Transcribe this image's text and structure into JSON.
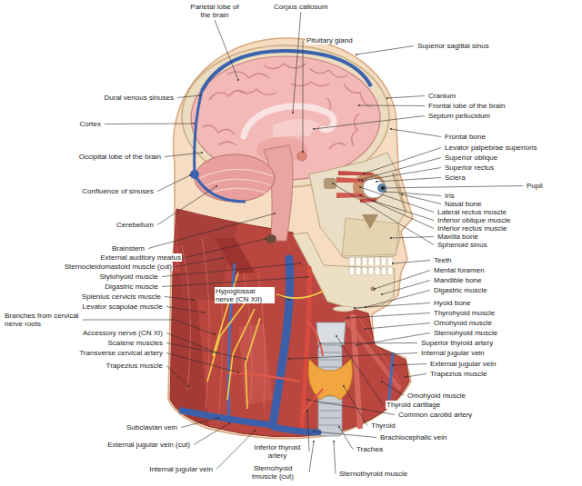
{
  "diagram": {
    "labels": [
      "Parietal lobe of the brain",
      "Corpus callosum",
      "Pituitary gland",
      "Superior sagittal sinus",
      "Dural venous sinuses",
      "Cranium",
      "Frontal lobe of the brain",
      "Septum pellucidum",
      "Cortex",
      "Frontal bone",
      "Levator palpebrae superioris",
      "Occipital lobe of the brain",
      "Superior oblique",
      "Superior rectus",
      "Sclera",
      "Pupil",
      "Confluence of sinuses",
      "Iris",
      "Nasal bone",
      "Lateral rectus muscle",
      "Inferior oblique muscle",
      "Inferior rectus muscle",
      "Maxilla bone",
      "Sphenoid sinus",
      "Cerebellum",
      "Brainstem",
      "External auditory meatus",
      "Teeth",
      "Sternocleidomastoid muscle (cut)",
      "Mental foramen",
      "Stylohyoid muscle",
      "Mandible bone",
      "Digastric muscle",
      "Digastric muscle",
      "Hypoglossal nerve (CN XII)",
      "Splenius cervicis muscle",
      "Hyoid bone",
      "Levator scapulae muscle",
      "Thyrohyoid muscle",
      "Branches from cervical nerve roots",
      "Omohyoid muscle",
      "Accessory nerve (CN XI)",
      "Sternohyoid muscle",
      "Superior thyroid artery",
      "Scalene muscles",
      "Internal jugular vein",
      "Transverse cervical artery",
      "External jugular vein",
      "Trapezius muscle",
      "Trapezius muscle",
      "Omohyoid muscle",
      "Thyroid cartilage",
      "Common carotid artery",
      "Subclavian vein",
      "Thyroid",
      "Brachiocephalic vein",
      "External jugular vein (cut)",
      "Inferior thyroid artery",
      "Trachea",
      "Internal jugular vein",
      "Sternohyoid tmuscle (cut)",
      "Sternothyroid muscle"
    ]
  }
}
